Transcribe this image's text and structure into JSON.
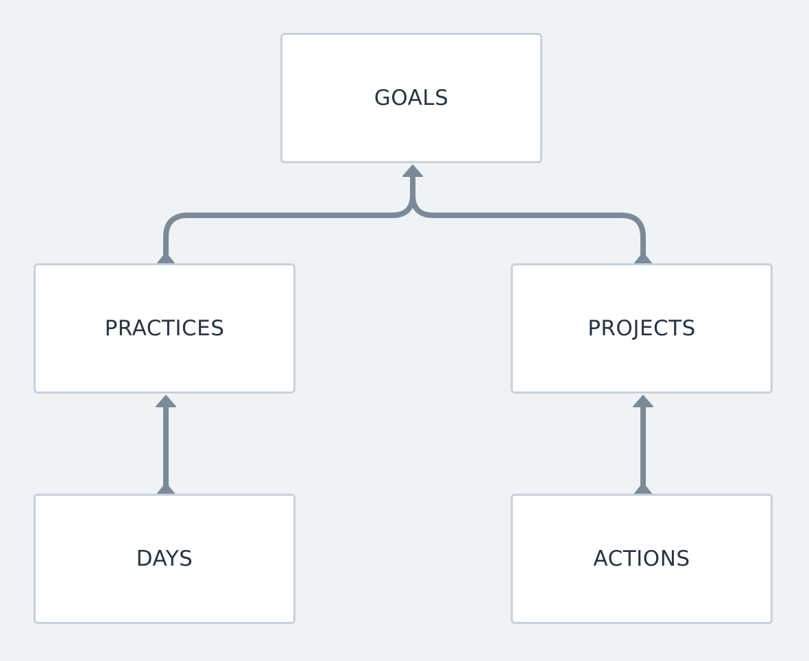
{
  "diagram": {
    "colors": {
      "background": "#eff3f6",
      "node_fill": "#ffffff",
      "node_border": "#c6d2dc",
      "connector": "#7a8a99",
      "text": "#263443"
    },
    "nodes": {
      "goals": "GOALS",
      "practices": "PRACTICES",
      "projects": "PROJECTS",
      "days": "DAYS",
      "actions": "ACTIONS"
    },
    "edges": [
      {
        "from": "practices",
        "to": "goals"
      },
      {
        "from": "projects",
        "to": "goals"
      },
      {
        "from": "days",
        "to": "practices"
      },
      {
        "from": "actions",
        "to": "projects"
      }
    ]
  }
}
